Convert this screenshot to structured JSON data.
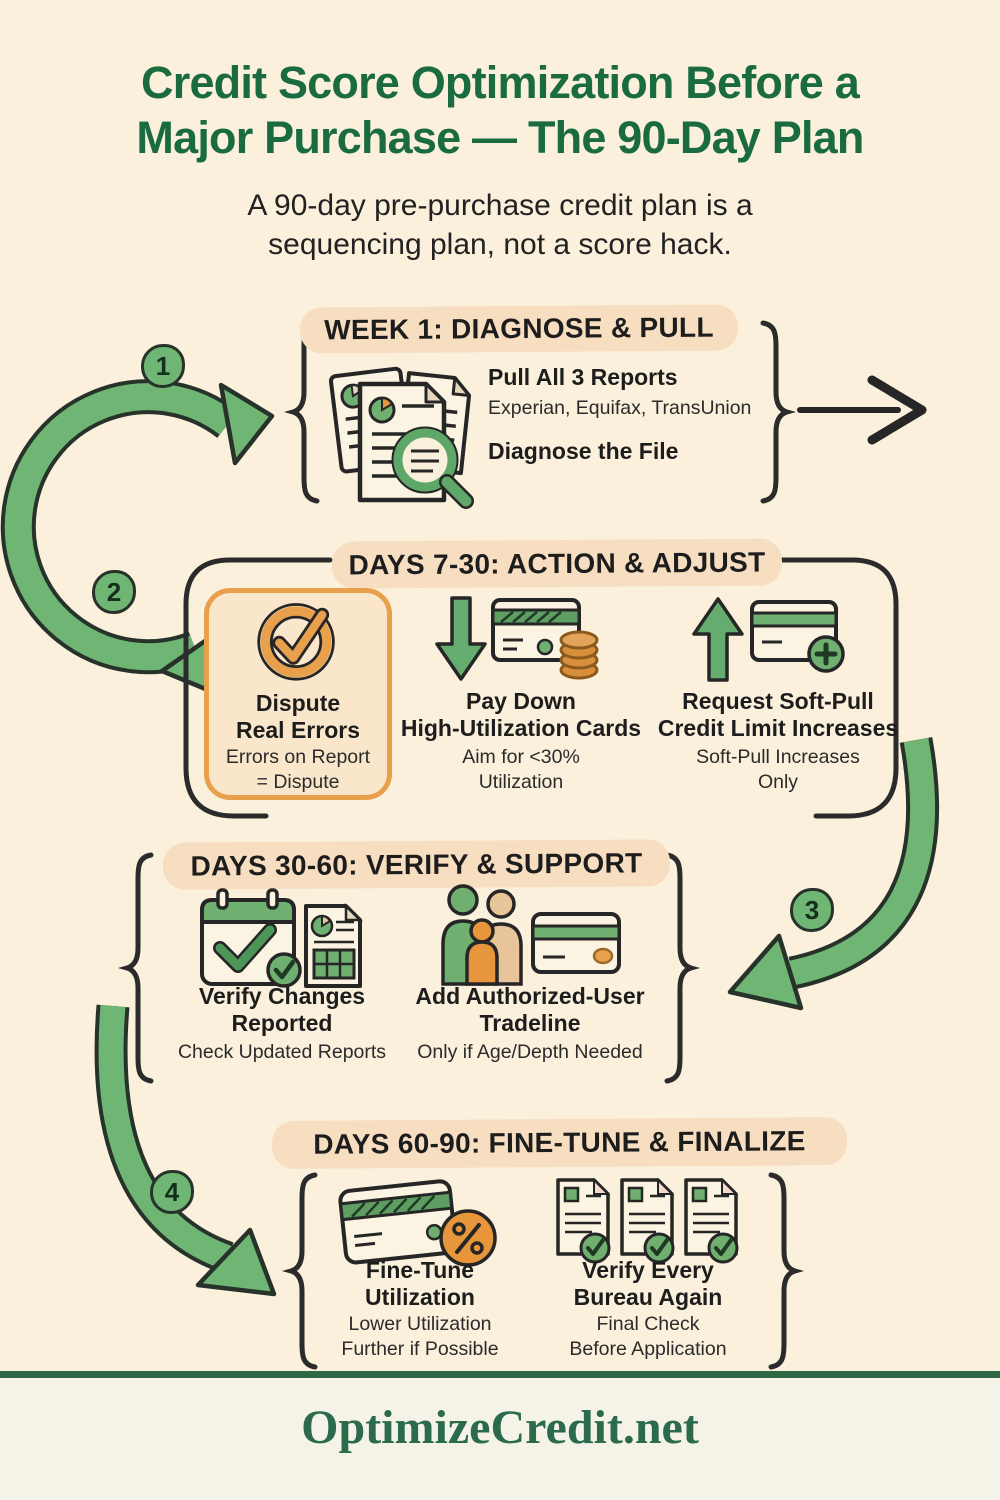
{
  "header": {
    "title": "Credit Score Optimization Before a\nMajor Purchase — The 90-Day Plan",
    "subtitle": "A 90-day pre-purchase credit plan is a\nsequencing plan, not a score hack."
  },
  "steps": [
    {
      "number": "1",
      "title": "WEEK 1: DIAGNOSE & PULL",
      "icon": "credit-reports-magnifier-icon",
      "items": [
        {
          "heading": "Pull All 3 Reports",
          "sub": "Experian, Equifax, TransUnion"
        },
        {
          "heading": "Diagnose the File",
          "sub": ""
        }
      ]
    },
    {
      "number": "2",
      "title": "DAYS 7-30: ACTION & ADJUST",
      "items": [
        {
          "heading": "Dispute\nReal Errors",
          "sub": "Errors on Report\n= Dispute",
          "icon": "orange-check-circle-icon",
          "highlighted": true
        },
        {
          "heading": "Pay Down\nHigh-Utilization Cards",
          "sub": "Aim for <30%\nUtilization",
          "icon": "card-down-arrow-coins-icon"
        },
        {
          "heading": "Request Soft-Pull\nCredit Limit Increases",
          "sub": "Soft-Pull Increases\nOnly",
          "icon": "card-up-arrow-plus-icon"
        }
      ]
    },
    {
      "number": "3",
      "title": "DAYS 30-60: VERIFY & SUPPORT",
      "items": [
        {
          "heading": "Verify Changes\nReported",
          "sub": "Check Updated Reports",
          "icon": "calendar-check-report-icon"
        },
        {
          "heading": "Add Authorized-User\nTradeline",
          "sub": "Only if Age/Depth Needed",
          "icon": "family-credit-card-icon"
        }
      ]
    },
    {
      "number": "4",
      "title": "DAYS 60-90: FINE-TUNE & FINALIZE",
      "items": [
        {
          "heading": "Fine-Tune\nUtilization",
          "sub": "Lower Utilization\nFurther if Possible",
          "icon": "card-percent-icon"
        },
        {
          "heading": "Verify Every\nBureau Again",
          "sub": "Final Check\nBefore Application",
          "icon": "three-reports-check-icon"
        }
      ]
    }
  ],
  "footer": {
    "site": "OptimizeCredit.net"
  },
  "colors": {
    "background": "#FAF0DC",
    "footer_background": "#F5F2E8",
    "title_green": "#1A6B40",
    "arrow_green": "#6FB573",
    "highlight_peach": "#F7DEC0",
    "accent_orange": "#E8A04C",
    "text_dark": "#1D1D1D",
    "footer_green": "#2B6B4C"
  }
}
